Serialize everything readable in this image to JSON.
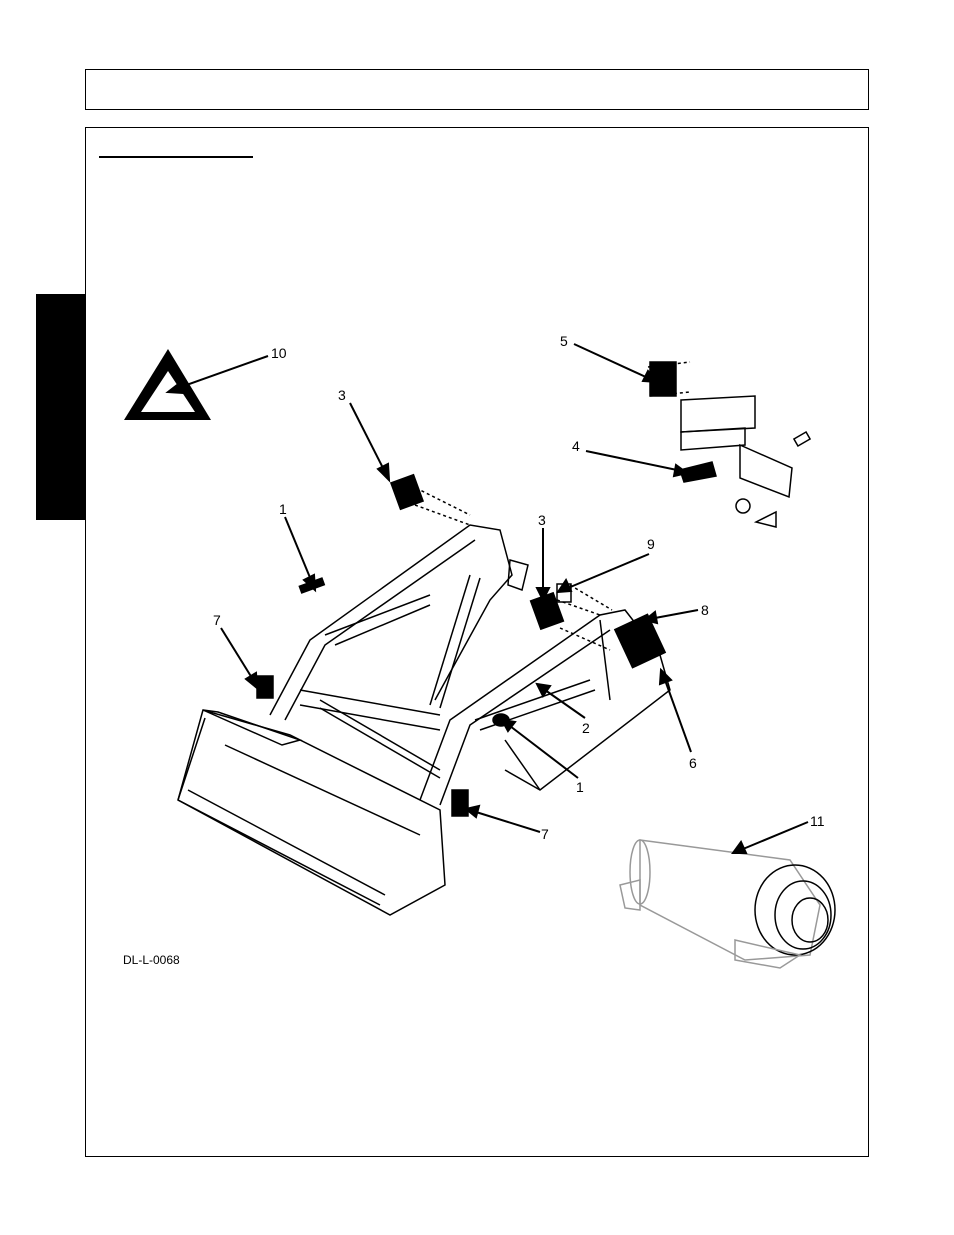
{
  "figure": {
    "id_label": "DL-L-0068",
    "callouts": [
      "10",
      "3",
      "5",
      "4",
      "1",
      "3",
      "9",
      "8",
      "7",
      "2",
      "6",
      "1",
      "7",
      "11"
    ],
    "icons": [
      "smv-triangle-decal",
      "loader-assembly",
      "bracket-part",
      "pto-shield-part"
    ]
  }
}
